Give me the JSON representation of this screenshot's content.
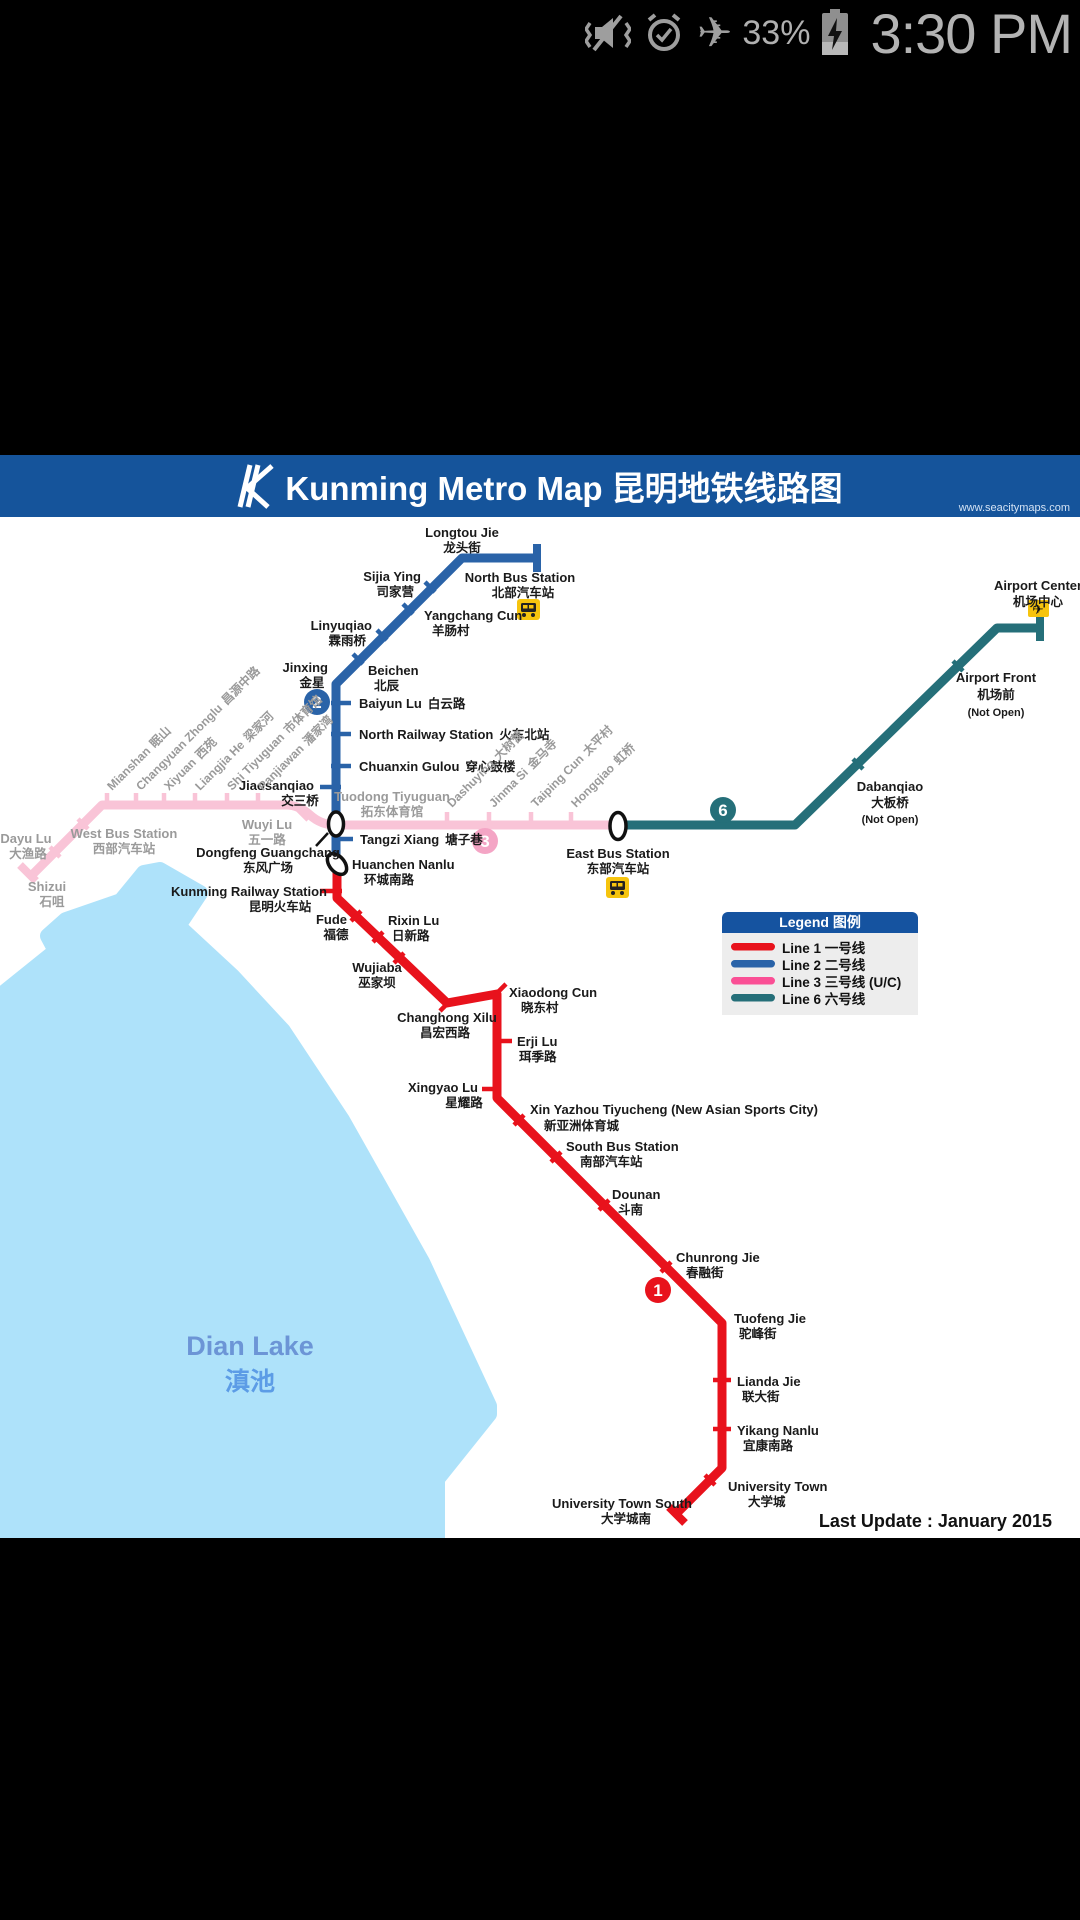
{
  "status_bar": {
    "time": "3:30 PM",
    "battery_percent": "33%",
    "airplane_glyph": "✈"
  },
  "header": {
    "title": "Kunming Metro Map 昆明地铁线路图",
    "website": "www.seacitymaps.com"
  },
  "map": {
    "badges": {
      "l1": "1",
      "l2": "2",
      "l3": "3",
      "l6": "6"
    },
    "lake": {
      "en": "Dian Lake",
      "zh": "滇池"
    },
    "last_update": "Last Update : January 2015",
    "legend": {
      "title": "Legend 图例",
      "items": [
        {
          "label": "Line 1 一号线",
          "color": "#e8121c"
        },
        {
          "label": "Line 2 二号线",
          "color": "#2a63a8"
        },
        {
          "label": "Line 3 三号线  (U/C)",
          "color": "#fa4f95"
        },
        {
          "label": "Line 6 六号线",
          "color": "#256f79"
        }
      ]
    },
    "l2": {
      "stations": [
        {
          "en": "Longtou Jie",
          "zh": "龙头街"
        },
        {
          "en": "North Bus Station",
          "zh": "北部汽车站"
        },
        {
          "en": "Sijia Ying",
          "zh": "司家营"
        },
        {
          "en": "Yangchang Cun",
          "zh": "羊肠村"
        },
        {
          "en": "Linyuqiao",
          "zh": "霖雨桥"
        },
        {
          "en": "Beichen",
          "zh": "北辰"
        },
        {
          "en": "Jinxing",
          "zh": "金星"
        },
        {
          "en": "Baiyun Lu",
          "zh": "白云路"
        },
        {
          "en": "North Railway Station",
          "zh": "火车北站"
        },
        {
          "en": "Chuanxin Gulou",
          "zh": "穿心鼓楼"
        },
        {
          "en": "Jiaosanqiao",
          "zh": "交三桥"
        },
        {
          "en": "Tangzi Xiang",
          "zh": "塘子巷"
        }
      ]
    },
    "l3": {
      "stations": [
        {
          "en": "Shizui",
          "zh": "石咀"
        },
        {
          "en": "Dayu Lu",
          "zh": "大渔路"
        },
        {
          "en": "West Bus Station",
          "zh": "西部汽车站"
        },
        {
          "en": "Mianshan",
          "zh": "眠山"
        },
        {
          "en": "Changyuan Zhonglu",
          "zh": "昌源中路"
        },
        {
          "en": "Xiyuan",
          "zh": "西苑"
        },
        {
          "en": "Liangjia He",
          "zh": "梁家河"
        },
        {
          "en": "Shi Tiyuguan",
          "zh": "市体育馆"
        },
        {
          "en": "Panjiawan",
          "zh": "潘家湾"
        },
        {
          "en": "Wuyi Lu",
          "zh": "五一路"
        },
        {
          "en": "Tuodong Tiyuguan",
          "zh": "拓东体育馆"
        },
        {
          "en": "Dashuying",
          "zh": "大树营"
        },
        {
          "en": "Jinma Si",
          "zh": "金马寺"
        },
        {
          "en": "Taiping Cun",
          "zh": "太平村"
        },
        {
          "en": "Hongqiao",
          "zh": "虹桥"
        }
      ]
    },
    "interchanges": {
      "dongfeng": {
        "en": "Dongfeng Guangchang",
        "zh": "东风广场"
      },
      "huanchen": {
        "en": "Huanchen Nanlu",
        "zh": "环城南路"
      },
      "east_bus": {
        "en": "East Bus Station",
        "zh": "东部汽车站"
      }
    },
    "l6": {
      "stations": [
        {
          "en": "Dabanqiao",
          "zh": "大板桥",
          "note": "(Not Open)"
        },
        {
          "en": "Airport Front",
          "zh": "机场前",
          "note": "(Not Open)"
        },
        {
          "en": "Airport Center",
          "zh": "机场中心"
        }
      ]
    },
    "l1": {
      "stations": [
        {
          "en": "Kunming Railway Station",
          "zh": "昆明火车站"
        },
        {
          "en": "Fude",
          "zh": "福德"
        },
        {
          "en": "Rixin Lu",
          "zh": "日新路"
        },
        {
          "en": "Wujiaba",
          "zh": "巫家坝"
        },
        {
          "en": "Changhong Xilu",
          "zh": "昌宏西路"
        },
        {
          "en": "Xiaodong Cun",
          "zh": "晓东村"
        },
        {
          "en": "Erji Lu",
          "zh": "珥季路"
        },
        {
          "en": "Xingyao Lu",
          "zh": "星耀路"
        },
        {
          "en": "Xin Yazhou Tiyucheng (New Asian Sports City)",
          "zh": "新亚洲体育城"
        },
        {
          "en": "South Bus Station",
          "zh": "南部汽车站"
        },
        {
          "en": "Dounan",
          "zh": "斗南"
        },
        {
          "en": "Chunrong Jie",
          "zh": "春融街"
        },
        {
          "en": "Tuofeng Jie",
          "zh": "驼峰街"
        },
        {
          "en": "Lianda Jie",
          "zh": "联大街"
        },
        {
          "en": "Yikang Nanlu",
          "zh": "宜康南路"
        },
        {
          "en": "University Town",
          "zh": "大学城"
        },
        {
          "en": "University Town South",
          "zh": "大学城南"
        }
      ]
    }
  }
}
